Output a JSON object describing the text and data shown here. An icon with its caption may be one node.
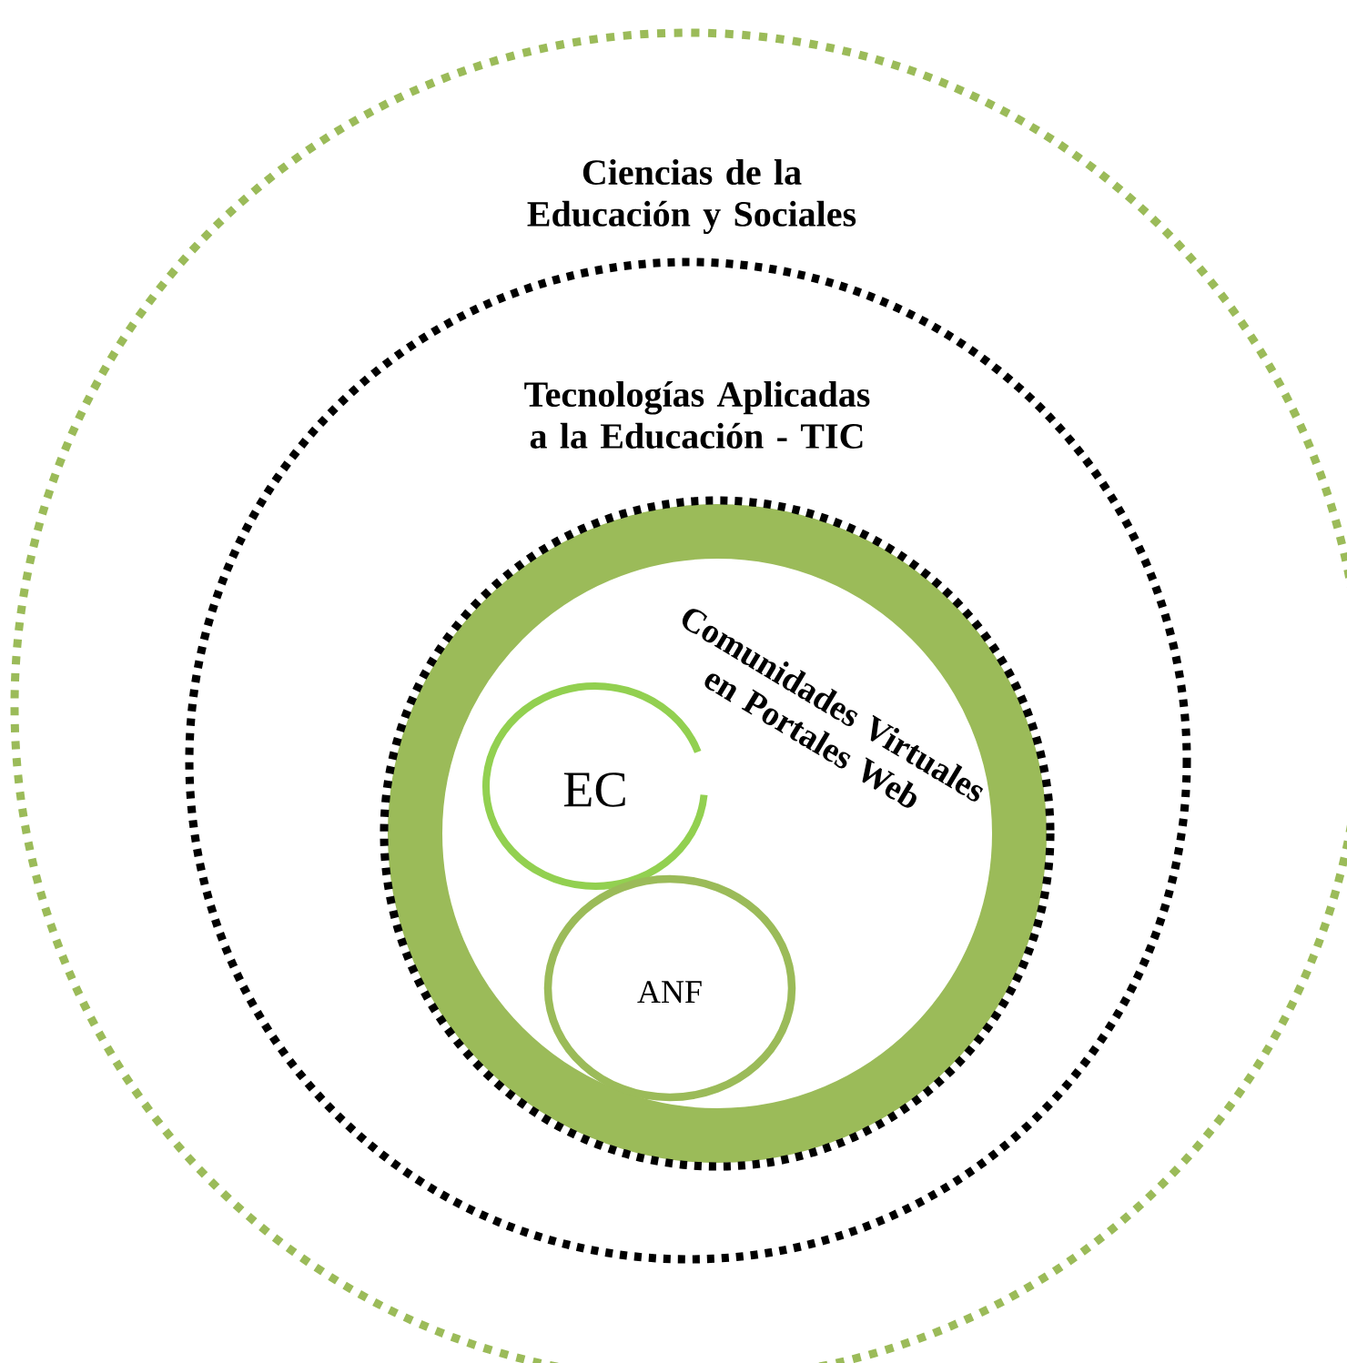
{
  "diagram": {
    "nodes": [
      {
        "text": [
          "Ciencias de la Educación y Sociales"
        ]
      },
      {
        "text": [
          "Tecnologías Aplicadas a la Educación - TIC"
        ],
        "in": 0
      },
      {
        "text": [
          "Comunidades Virtuales en Portales Web"
        ],
        "in": 1
      },
      {
        "text": [
          "EC"
        ],
        "in": 2
      },
      {
        "text": [
          "ANF"
        ],
        "in": 2
      }
    ]
  }
}
